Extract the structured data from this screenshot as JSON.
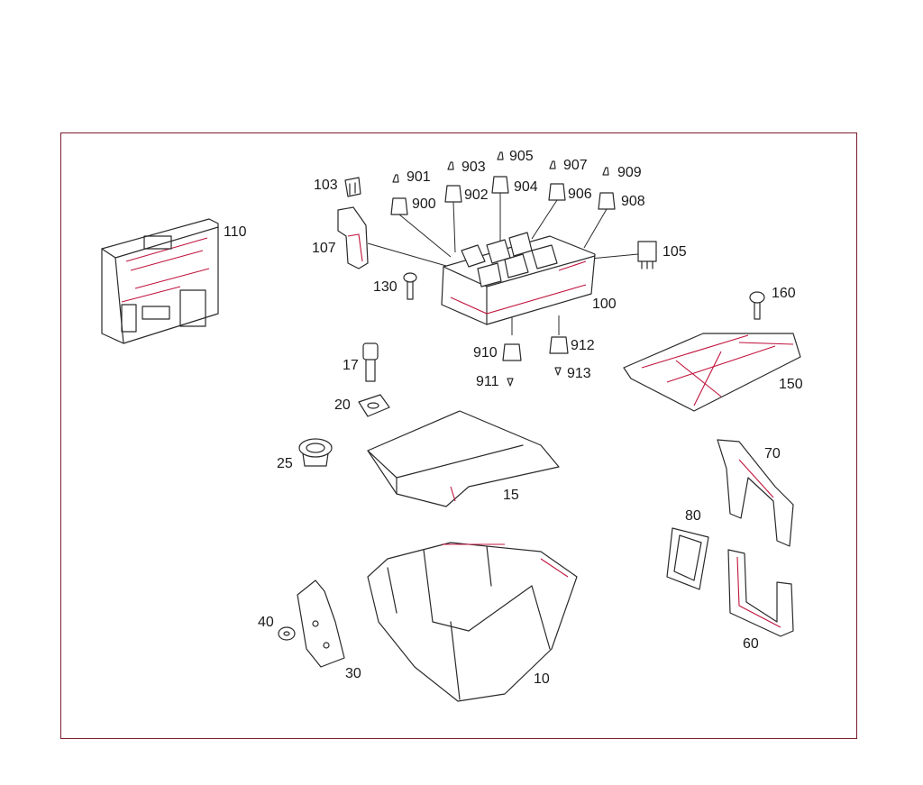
{
  "colors": {
    "frame": "#7a1c2c",
    "line": "#2a2a2a",
    "accent": "#c0143c"
  },
  "labels": {
    "p103": "103",
    "p901": "901",
    "p903": "903",
    "p905": "905",
    "p907": "907",
    "p909": "909",
    "p900": "900",
    "p902": "902",
    "p904": "904",
    "p906": "906",
    "p908": "908",
    "p110": "110",
    "p107": "107",
    "p105": "105",
    "p130": "130",
    "p160": "160",
    "p100": "100",
    "p910": "910",
    "p912": "912",
    "p911": "911",
    "p913": "913",
    "p17": "17",
    "p150": "150",
    "p20": "20",
    "p25": "25",
    "p15": "15",
    "p70": "70",
    "p80": "80",
    "p40": "40",
    "p30": "30",
    "p10": "10",
    "p60": "60"
  }
}
